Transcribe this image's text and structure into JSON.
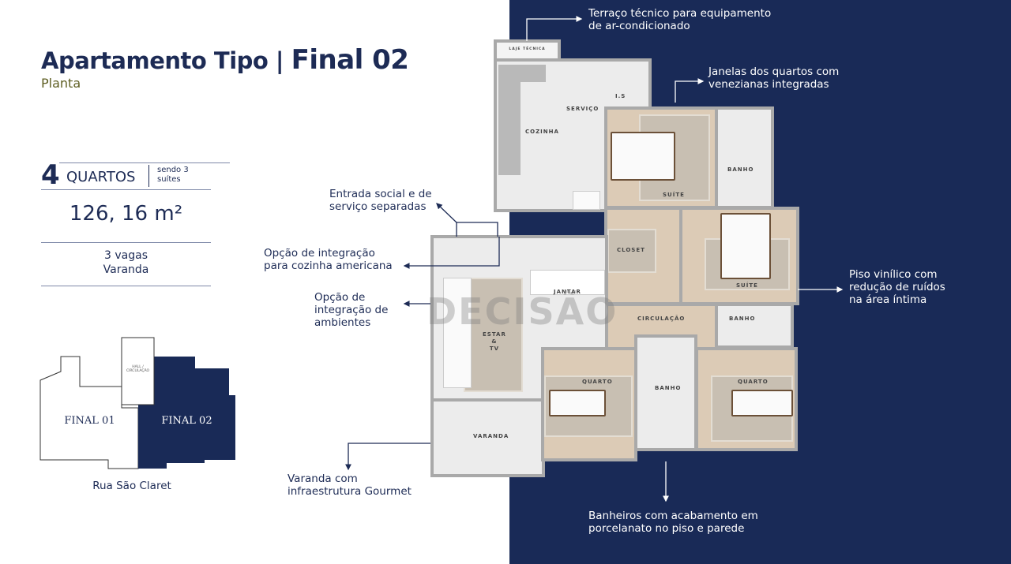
{
  "header": {
    "title_part1": "Apartamento Tipo | ",
    "title_part2": "Final 02",
    "subtitle": "Planta"
  },
  "specs": {
    "quartos_num": "4",
    "quartos_label": "QUARTOS",
    "suites_note": "sendo 3 suítes",
    "area": "126, 16 m²",
    "vagas": "3 vagas",
    "varanda": "Varanda"
  },
  "key_plan": {
    "hall": "HALL / CIRCULAÇÃO",
    "final01": "FINAL 01",
    "final02": "FINAL 02",
    "street": "Rua São Claret"
  },
  "annotations": {
    "terraco": "Terraço técnico para equipamento\nde ar-condicionado",
    "janelas": "Janelas dos quartos com\nvenezianas integradas",
    "entrada": "Entrada social e de\nserviço separadas",
    "cozinha_americana": "Opção de integração\npara cozinha americana",
    "integracao": "Opção de\nintegração de\nambientes",
    "piso": "Piso vinílico com\nredução de ruídos\nna área íntima",
    "varanda_gourmet": "Varanda com\ninfraestrutura Gourmet",
    "banheiros": "Banheiros com acabamento em\nporcelanato no piso e parede"
  },
  "rooms": {
    "laje": "LAJE TÉCNICA",
    "is": "I.S",
    "servico": "SERVIÇO",
    "cozinha": "COZINHA",
    "suite1": "SUÍTE",
    "banho1": "BANHO",
    "closet": "CLOSET",
    "suite2": "SUÍTE",
    "jantar": "JANTAR",
    "circulacao": "CIRCULAÇÃO",
    "banho2": "BANHO",
    "estar": "ESTAR\n&\nTV",
    "quarto1": "QUARTO",
    "banho3": "BANHO",
    "quarto2": "QUARTO",
    "varanda": "VARANDA"
  },
  "watermark": "DECISÃO",
  "colors": {
    "navy": "#192a57",
    "olive": "#5e5e22"
  }
}
